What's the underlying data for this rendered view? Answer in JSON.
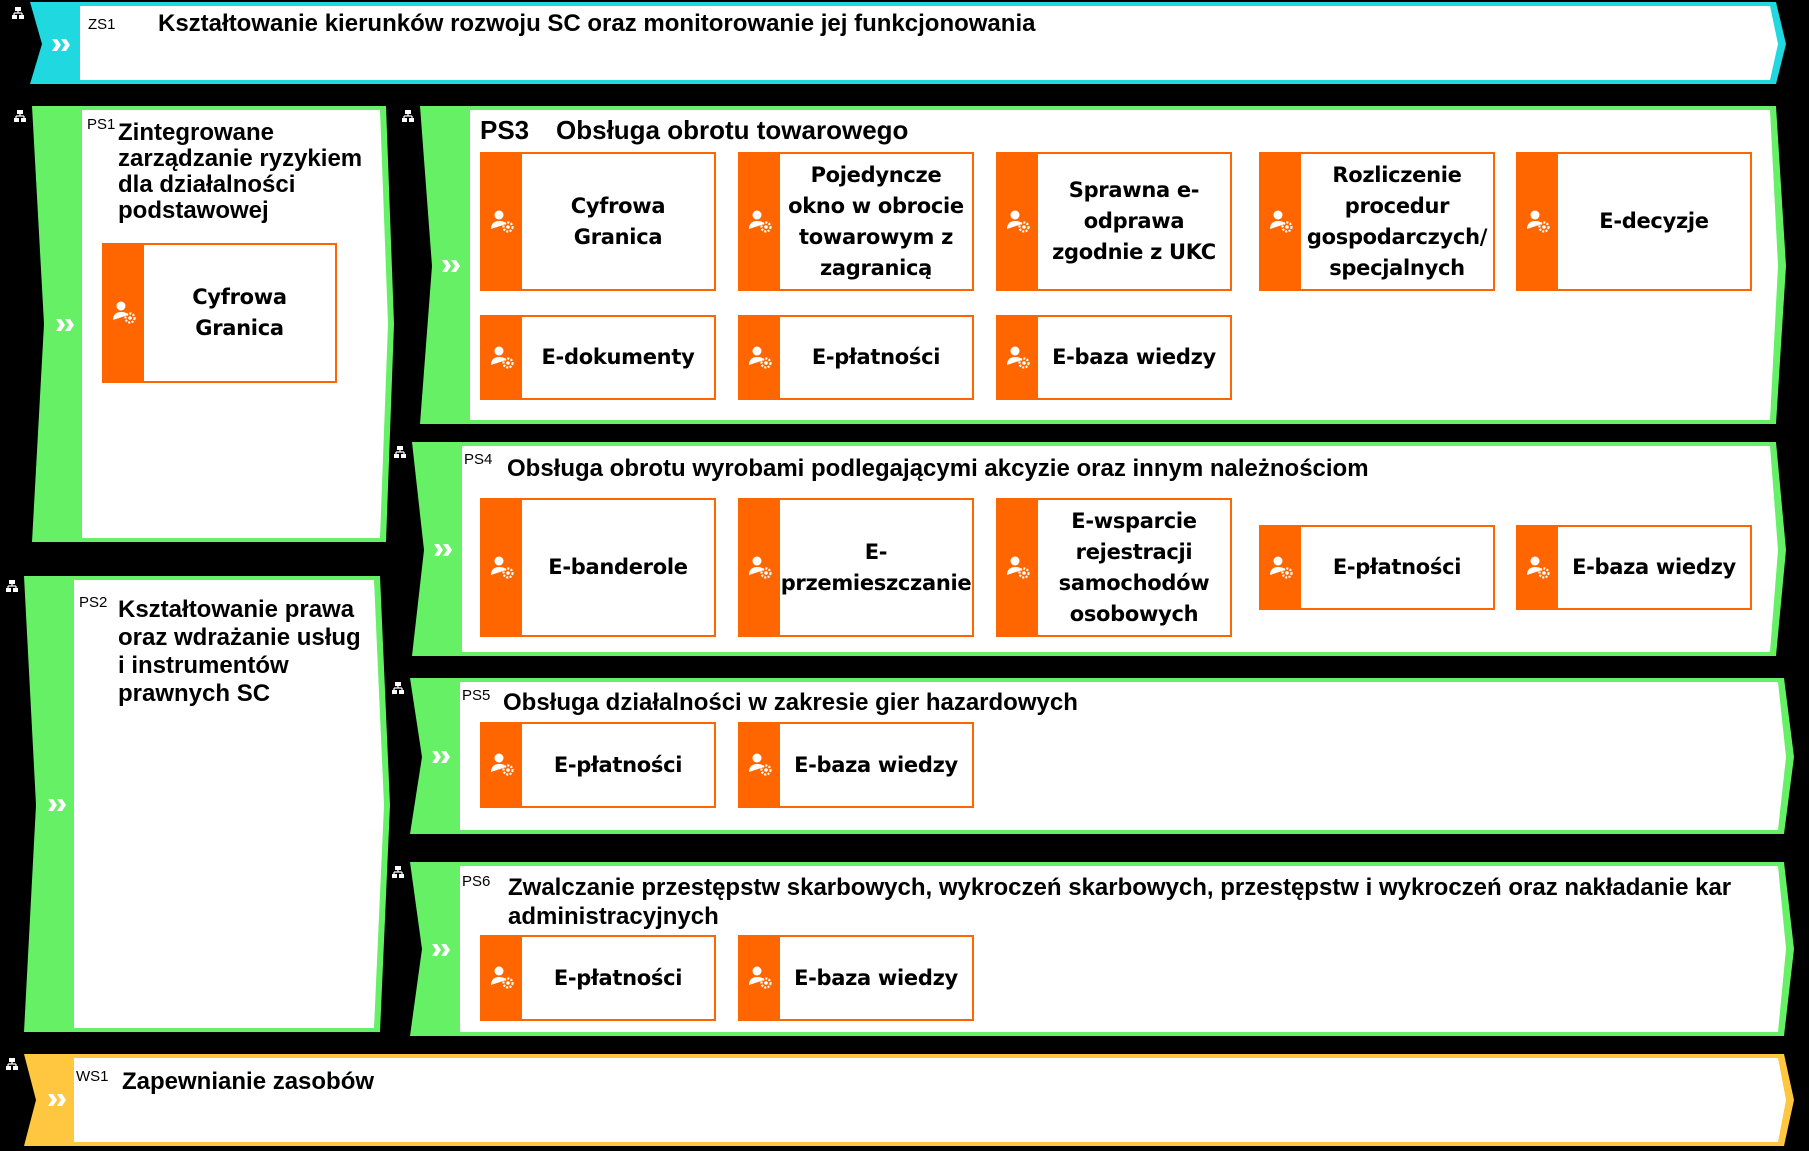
{
  "zs1": {
    "code": "ZS1",
    "title": "Kształtowanie kierunków rozwoju SC oraz monitorowanie jej funkcjonowania"
  },
  "ps1": {
    "code": "PS1",
    "title": "Zintegrowane zarządzanie ryzykiem dla działalności podstawowej",
    "items": [
      "Cyfrowa Granica"
    ]
  },
  "ps2": {
    "code": "PS2",
    "title": "Kształtowanie prawa oraz wdrażanie usług i instrumentów prawnych SC"
  },
  "ps3": {
    "code": "PS3",
    "title": "Obsługa obrotu towarowego",
    "items": [
      "Cyfrowa Granica",
      "Pojedyncze okno w obrocie towarowym z zagranicą",
      "Sprawna e-odprawa zgodnie z UKC",
      "Rozliczenie procedur gospodarczych/ specjalnych",
      "E-decyzje",
      "E-dokumenty",
      "E-płatności",
      "E-baza wiedzy"
    ]
  },
  "ps4": {
    "code": "PS4",
    "title": "Obsługa obrotu wyrobami podlegającymi akcyzie oraz innym należnościom",
    "items": [
      "E-banderole",
      "E-przemieszczanie",
      "E-wsparcie rejestracji samochodów osobowych",
      "E-płatności",
      "E-baza wiedzy"
    ]
  },
  "ps5": {
    "code": "PS5",
    "title": "Obsługa działalności w zakresie gier hazardowych",
    "items": [
      "E-płatności",
      "E-baza wiedzy"
    ]
  },
  "ps6": {
    "code": "PS6",
    "title": "Zwalczanie przestępstw skarbowych, wykroczeń skarbowych, przestępstw i wykroczeń oraz nakładanie kar administracyjnych",
    "items": [
      "E-płatności",
      "E-baza wiedzy"
    ]
  },
  "ws1": {
    "code": "WS1",
    "title": "Zapewnianie zasobów"
  },
  "colors": {
    "cyan": "#1fd8e0",
    "green": "#66f066",
    "yellow": "#ffc640",
    "orange": "#ff6600"
  },
  "icons": {
    "lane": "structure-icon",
    "arrow": "double-chevron-icon",
    "box": "person-gear-icon"
  }
}
